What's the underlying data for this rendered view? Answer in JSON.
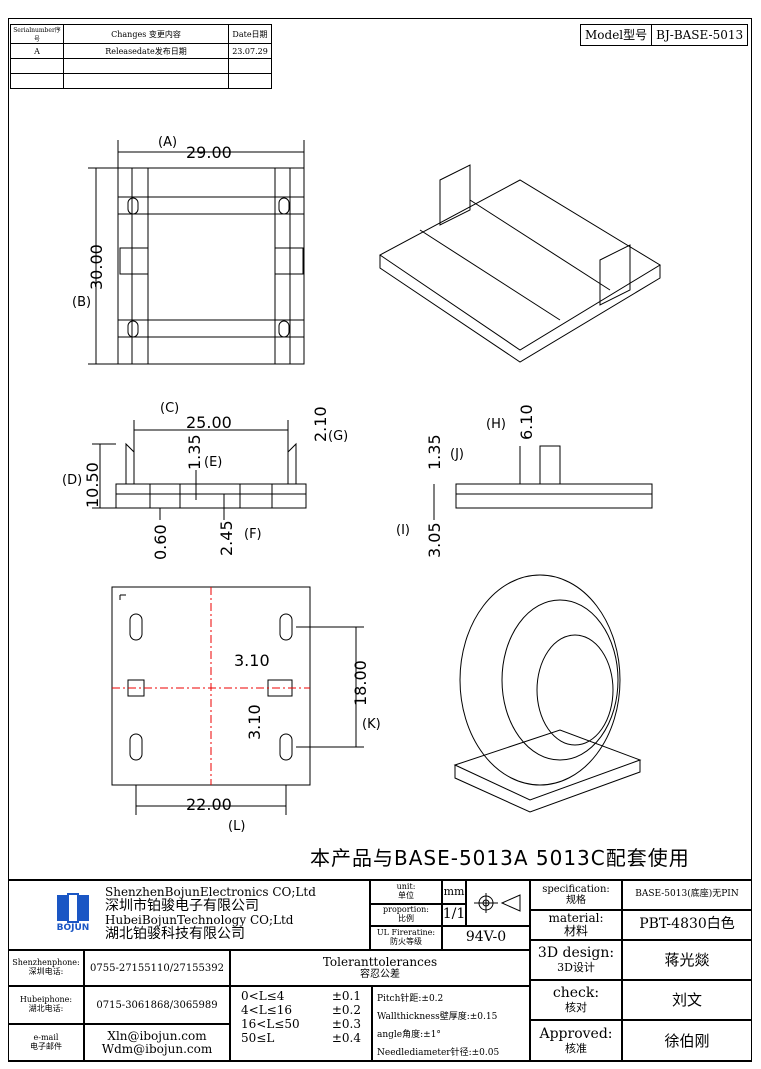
{
  "revision_table": {
    "headers": {
      "serial": "Serialnumber序号",
      "changes": "Changes 变更内容",
      "date": "Date日期"
    },
    "rows": [
      {
        "serial": "A",
        "changes": "Releasedate发布日期",
        "date": "23.07.29"
      },
      {
        "serial": "",
        "changes": "",
        "date": ""
      },
      {
        "serial": "",
        "changes": "",
        "date": ""
      }
    ]
  },
  "model": {
    "label": "Model型号",
    "value": "BJ-BASE-5013"
  },
  "dimensions": {
    "A": "(A)",
    "A_val": "29.00",
    "B": "(B)",
    "B_val": "30.00",
    "C": "(C)",
    "C_val": "25.00",
    "D": "(D)",
    "D_val": "10.50",
    "E": "(E)",
    "E_val": "1.35",
    "F": "(F)",
    "F_val": "2.45",
    "G": "(G)",
    "G_val": "2.10",
    "H": "(H)",
    "H_val": "6.10",
    "I": "(I)",
    "I_val": "3.05",
    "J": "(J)",
    "J_val": "1.35",
    "K": "(K)",
    "K_val": "18.00",
    "L": "(L)",
    "L_val": "22.00",
    "M_val": "0.60",
    "N_val": "3.10",
    "O_val": "3.10"
  },
  "note": "本产品与BASE-5013A 5013C配套使用",
  "company": {
    "name_en_1": "ShenzhenBojunElectronics CO;Ltd",
    "name_cn_1": "深圳市铂骏电子有限公司",
    "name_en_2": "HubeiBojunTechnology CO;Ltd",
    "name_cn_2": "湖北铂骏科技有限公司",
    "logo_text": "BOJUN"
  },
  "title_block": {
    "unit_label": "unit:",
    "unit_label_cn": "单位",
    "unit_val": "mm",
    "proportion_label": "proportion:",
    "proportion_label_cn": "比例",
    "proportion_val": "1/1",
    "ul_label": "UL Fireratine:",
    "ul_label_cn": "防火等级",
    "ul_val": "94V-0",
    "spec_label": "specification:",
    "spec_label_cn": "规格",
    "spec_val": "BASE-5013(底座)无PIN",
    "material_label": "material:",
    "material_label_cn": "材料",
    "material_val": "PBT-4830白色",
    "design_label": "3D design:",
    "design_label_cn": "3D设计",
    "design_val": "蒋光燚",
    "check_label": "check:",
    "check_label_cn": "核对",
    "check_val": "刘文",
    "approved_label": "Approved:",
    "approved_label_cn": "核准",
    "approved_val": "徐伯刚",
    "phone_sz_label": "Shenzhenphone:",
    "phone_sz_label_cn": "深圳电话:",
    "phone_sz_val": "0755-27155110/27155392",
    "phone_hb_label": "Hubeiphone:",
    "phone_hb_label_cn": "湖北电话:",
    "phone_hb_val": "0715-3061868/3065989",
    "email_label": "e-mail",
    "email_label_cn": "电子邮件",
    "email_1": "Xln@ibojun.com",
    "email_2": "Wdm@ibojun.com",
    "tol_title": "Toleranttolerances",
    "tol_title_cn": "容忍公差",
    "tol_rows": [
      {
        "range": "0<L≤4",
        "val": "±0.1"
      },
      {
        "range": "4<L≤16",
        "val": "±0.2"
      },
      {
        "range": "16<L≤50",
        "val": "±0.3"
      },
      {
        "range": "50≤L",
        "val": "±0.4"
      }
    ],
    "pitch": "Pitch针距:±0.2",
    "wall": "Wallthickness壁厚度:±0.15",
    "angle": "angle角度:±1°",
    "needle": "Needlediameter针径:±0.05"
  }
}
